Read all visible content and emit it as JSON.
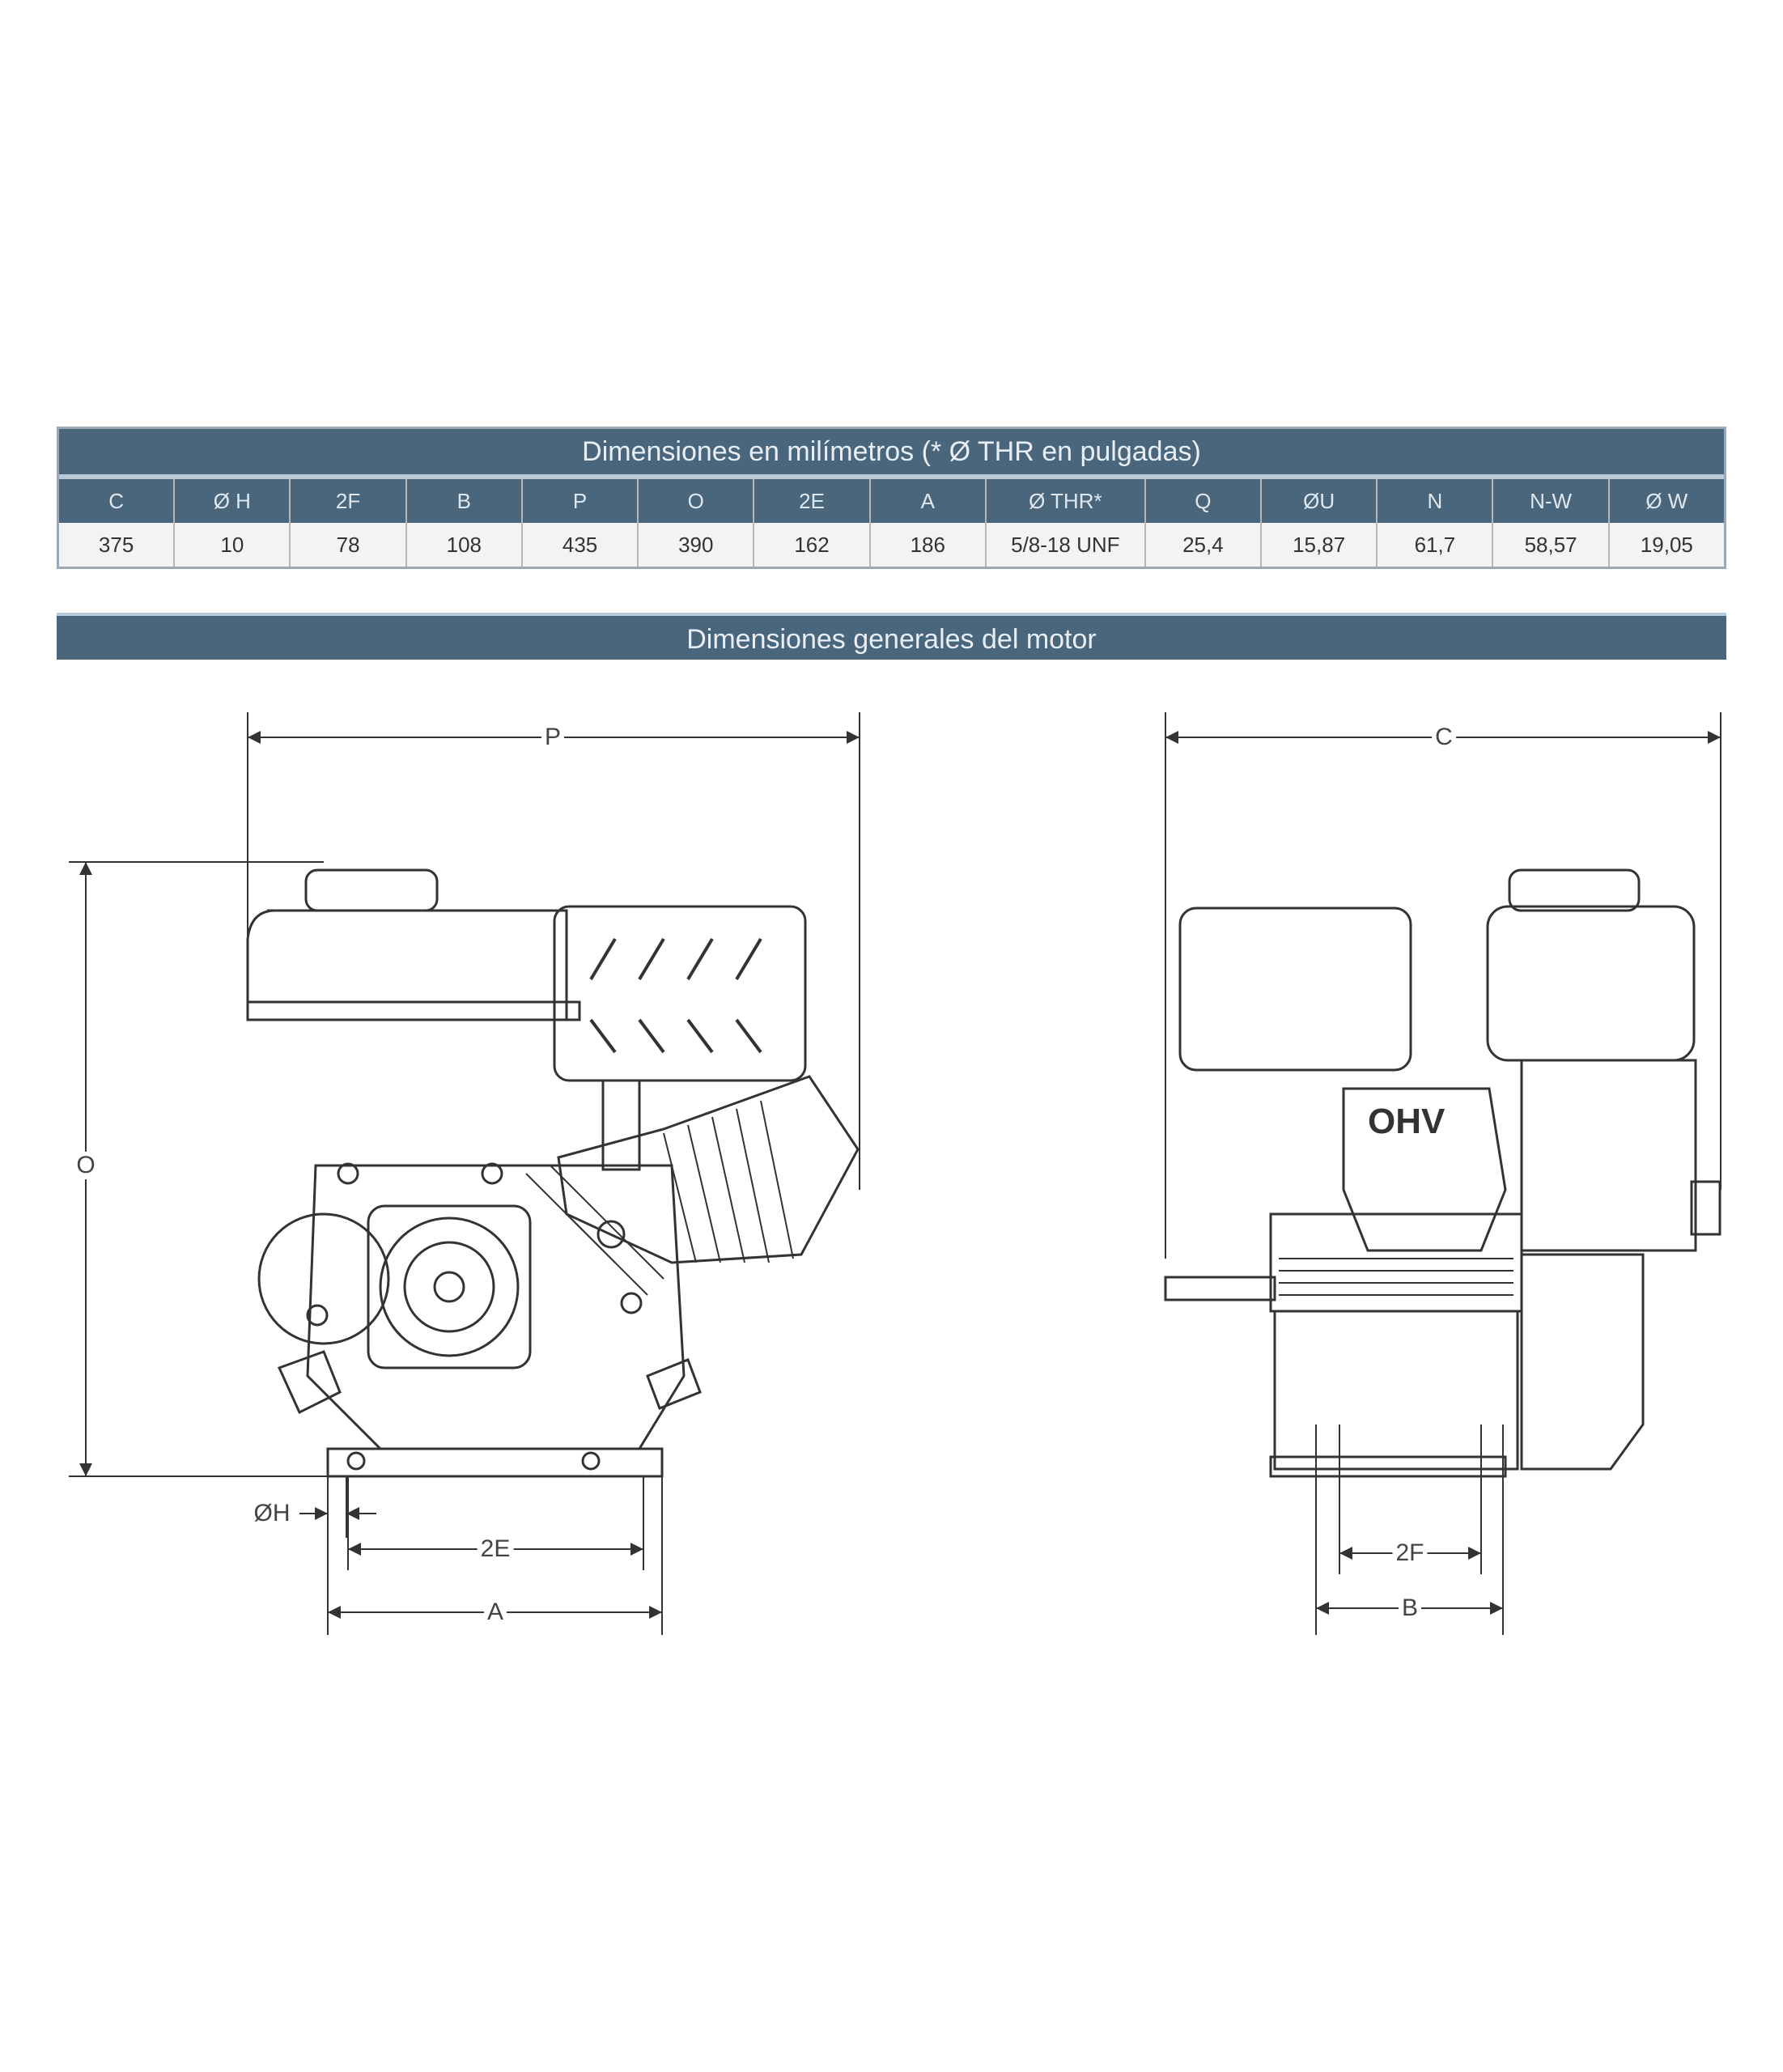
{
  "table": {
    "title": "Dimensiones en milímetros (* Ø THR en pulgadas)",
    "headers": [
      "C",
      "Ø H",
      "2F",
      "B",
      "P",
      "O",
      "2E",
      "A",
      "Ø THR*",
      "Q",
      "ØU",
      "N",
      "N-W",
      "Ø W"
    ],
    "values": [
      "375",
      "10",
      "78",
      "108",
      "435",
      "390",
      "162",
      "186",
      "5/8-18 UNF",
      "25,4",
      "15,87",
      "61,7",
      "58,57",
      "19,05"
    ]
  },
  "drawing": {
    "title": "Dimensiones generales del motor",
    "labels": {
      "P": "P",
      "C": "C",
      "O": "O",
      "H": "ØH",
      "E2": "2E",
      "A": "A",
      "F2": "2F",
      "B": "B"
    },
    "badge": "OHV"
  },
  "colors": {
    "banner": "#4a667d",
    "line": "#333333"
  }
}
